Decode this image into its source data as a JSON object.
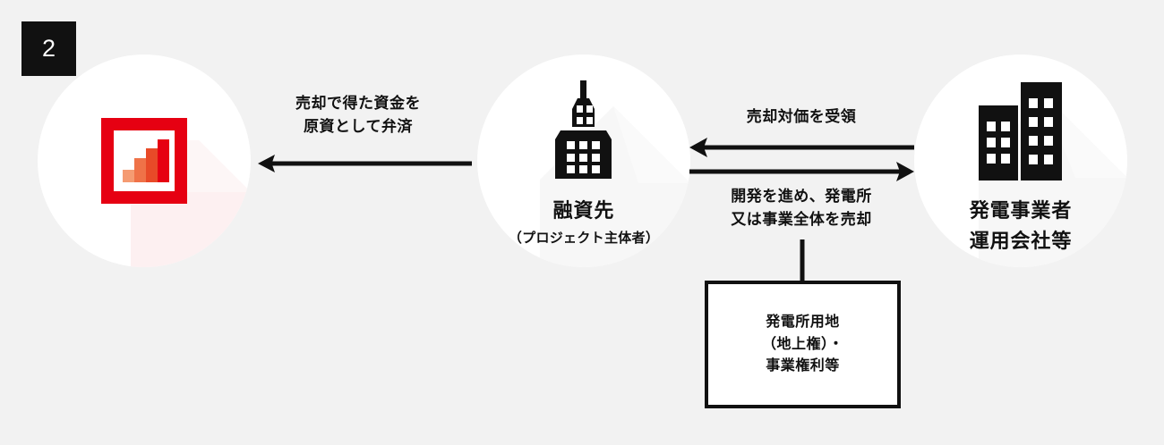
{
  "page": {
    "background_color": "#f2f2f2",
    "step_badge": {
      "label": "2",
      "bg": "#111111",
      "fg": "#ffffff"
    }
  },
  "nodes": [
    {
      "id": "lender-funding",
      "icon": "bar-chart-growth-icon",
      "icon_colors": [
        "#f59b72",
        "#ef7248",
        "#e84a28",
        "#e60012"
      ],
      "frame_color": "#e60012",
      "caption_main": "",
      "caption_sub": ""
    },
    {
      "id": "borrower",
      "icon": "office-tower-icon",
      "caption_main": "融資先",
      "caption_sub": "（プロジェクト主体者）"
    },
    {
      "id": "power-operator",
      "icon": "two-buildings-icon",
      "caption_line1": "発電事業者",
      "caption_line2": "運用会社等"
    }
  ],
  "arrows": [
    {
      "id": "repayment-arrow",
      "direction": "left",
      "label_line1": "売却で得た資金を",
      "label_line2": "原資として弁済"
    },
    {
      "id": "sale-proceeds-arrow",
      "direction": "left",
      "label_line1": "売却対価を受領",
      "label_line2": ""
    },
    {
      "id": "asset-transfer-arrow",
      "direction": "right",
      "label_line1": "開発を進め、発電所",
      "label_line2": "又は事業全体を売却"
    }
  ],
  "asset_box": {
    "line1": "発電所用地",
    "line2": "（地上権）・",
    "line3": "事業権利等"
  }
}
